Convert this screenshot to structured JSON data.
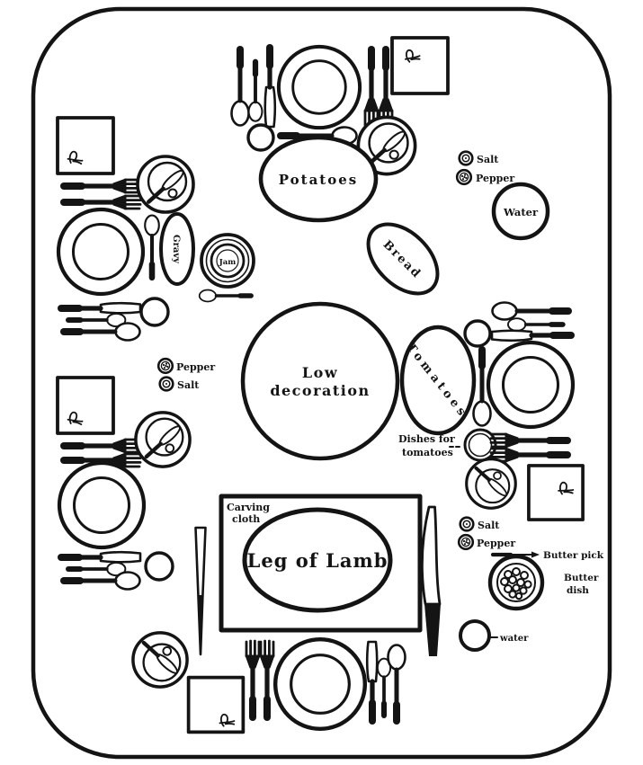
{
  "serving": {
    "potatoes": "Potatoes",
    "bread": "Bread",
    "gravy": "Gravy",
    "jam": "Jam",
    "tomatoes": "Tomatoes",
    "tomato_dish_label_line1": "Dishes for",
    "tomato_dish_label_line2": "tomatoes",
    "low_decoration_line1": "Low",
    "low_decoration_line2": "decoration",
    "carving_cloth_line1": "Carving",
    "carving_cloth_line2": "cloth",
    "leg_of_lamb": "Leg of Lamb",
    "butter_pick": "Butter pick",
    "butter_dish_line1": "Butter",
    "butter_dish_line2": "dish",
    "water_pitcher": "Water",
    "water_glass": "water"
  },
  "condiments": {
    "top_right": {
      "salt": "Salt",
      "pepper": "Pepper"
    },
    "left": {
      "pepper": "Pepper",
      "salt": "Salt"
    },
    "bottom_right": {
      "salt": "Salt",
      "pepper": "Pepper"
    }
  },
  "colors": {
    "ink": "#141414",
    "paper": "#ffffff"
  }
}
